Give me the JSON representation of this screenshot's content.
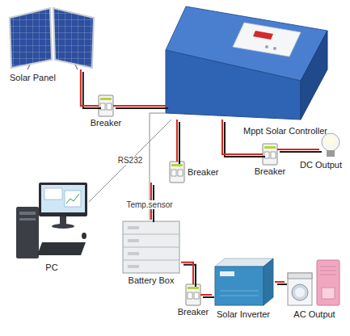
{
  "diagram": {
    "nodes": [
      {
        "text": [
          "Solar Panel"
        ]
      },
      {
        "text": [
          "Breaker"
        ]
      },
      {
        "text": [
          "Mppt Solar Controller"
        ]
      },
      {
        "text": [
          "Breaker"
        ]
      },
      {
        "text": [
          "DC Output"
        ]
      },
      {
        "text": [
          "Breaker"
        ]
      },
      {
        "text": [
          "PC"
        ]
      },
      {
        "text": [
          "Battery Box"
        ]
      },
      {
        "text": [
          "Breaker"
        ]
      },
      {
        "text": [
          "Solar Inverter"
        ]
      },
      {
        "text": [
          "AC Output"
        ]
      }
    ],
    "edges": [
      {
        "from": 0,
        "to": 1,
        "arrow": "none"
      },
      {
        "from": 1,
        "to": 2,
        "arrow": "none"
      },
      {
        "from": 2,
        "to": 3,
        "arrow": "none"
      },
      {
        "from": 3,
        "to": 4,
        "arrow": "none"
      },
      {
        "from": 2,
        "to": 6,
        "label": "RS232",
        "arrow": "none"
      },
      {
        "from": 2,
        "to": 5,
        "arrow": "none"
      },
      {
        "from": 5,
        "to": 7,
        "arrow": "none"
      },
      {
        "from": 2,
        "to": 7,
        "label": "Temp.sensor",
        "arrow": "none"
      },
      {
        "from": 7,
        "to": 8,
        "arrow": "none"
      },
      {
        "from": 8,
        "to": 9,
        "arrow": "none"
      },
      {
        "from": 9,
        "to": 10,
        "arrow": "none"
      }
    ]
  }
}
